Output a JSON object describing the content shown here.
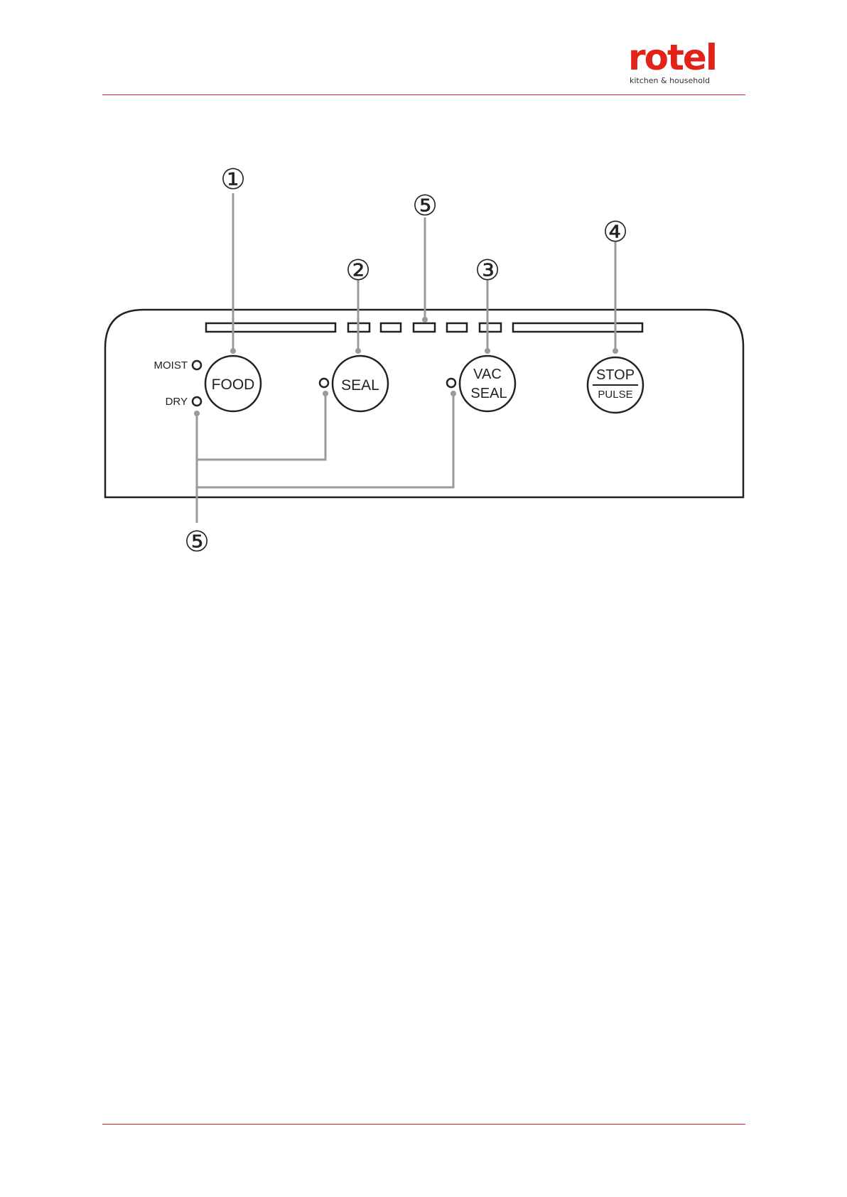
{
  "brand": {
    "name": "rotel",
    "tagline": "kitchen & household",
    "color": "#e2231a"
  },
  "callouts": [
    {
      "id": "c1",
      "number": "①"
    },
    {
      "id": "c2",
      "number": "②"
    },
    {
      "id": "c3",
      "number": "③"
    },
    {
      "id": "c4",
      "number": "④"
    },
    {
      "id": "c5-top",
      "number": "⑤"
    },
    {
      "id": "c5-bottom",
      "number": "⑤"
    }
  ],
  "buttons": {
    "food": {
      "label": "FOOD"
    },
    "seal": {
      "label": "SEAL"
    },
    "vac_seal": {
      "line1": "VAC",
      "line2": "SEAL"
    },
    "stop_pulse": {
      "line1": "STOP",
      "line2": "PULSE"
    }
  },
  "indicators": {
    "moist": "MOIST",
    "dry": "DRY"
  },
  "colors": {
    "rule": "#d2232a",
    "leader": "#9a9a9a",
    "outline": "#222222"
  }
}
